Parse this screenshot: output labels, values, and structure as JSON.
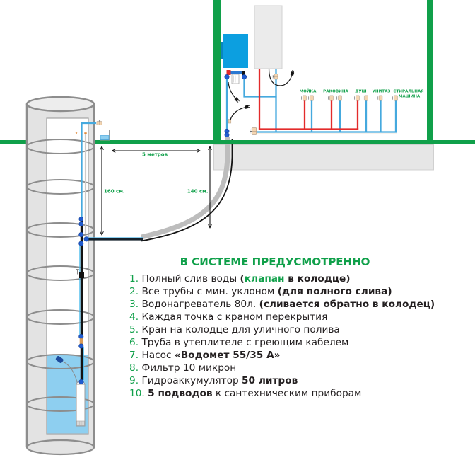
{
  "colors": {
    "accent_green": "#10a04a",
    "hot_water": "#e32b2b",
    "cold_water": "#45a9de",
    "accumulator_blue": "#0c9fe0",
    "water_fill": "#8ecff0",
    "fitting_blue": "#1f5bd0",
    "text_dark": "#231f20"
  },
  "diagram": {
    "dimensions": {
      "well_to_house_distance": "5 метров",
      "well_pipe_depth": "160 см.",
      "house_pipe_depth": "140 см."
    },
    "fixtures": [
      {
        "label": "МОЙКА",
        "supplies": [
          "hot",
          "cold"
        ]
      },
      {
        "label": "РАКОВИНА",
        "supplies": [
          "hot",
          "cold"
        ]
      },
      {
        "label": "ДУШ",
        "supplies": [
          "hot",
          "cold"
        ]
      },
      {
        "label": "УНИТАЗ",
        "supplies": [
          "cold"
        ]
      },
      {
        "label_lines": [
          "СТИРАЛЬНАЯ",
          "МАШИНА"
        ],
        "supplies": [
          "cold"
        ]
      }
    ]
  },
  "summary": {
    "title": "В СИСТЕМЕ ПРЕДУСМОТРЕННО",
    "items": [
      {
        "number": "1.",
        "segments": [
          {
            "text": "Полный слив воды ",
            "emphasis": "normal"
          },
          {
            "text": "(",
            "emphasis": "bold"
          },
          {
            "text": "клапан",
            "emphasis": "accent"
          },
          {
            "text": " в колодце)",
            "emphasis": "bold"
          }
        ]
      },
      {
        "number": "2.",
        "segments": [
          {
            "text": "Все трубы с мин. уклоном ",
            "emphasis": "normal"
          },
          {
            "text": "(для полного слива)",
            "emphasis": "bold"
          }
        ]
      },
      {
        "number": "3.",
        "segments": [
          {
            "text": "Водонагреватель 80л. ",
            "emphasis": "normal"
          },
          {
            "text": "(сливается обратно в колодец)",
            "emphasis": "bold"
          }
        ]
      },
      {
        "number": "4.",
        "segments": [
          {
            "text": "Каждая точка с краном перекрытия",
            "emphasis": "normal"
          }
        ]
      },
      {
        "number": "5.",
        "segments": [
          {
            "text": "Кран на колодце для уличного полива",
            "emphasis": "normal"
          }
        ]
      },
      {
        "number": "6.",
        "segments": [
          {
            "text": "Труба в утеплителе с греющим кабелем",
            "emphasis": "normal"
          }
        ]
      },
      {
        "number": "7.",
        "segments": [
          {
            "text": "Насос ",
            "emphasis": "normal"
          },
          {
            "text": "«Водомет 55/35 А»",
            "emphasis": "bold"
          }
        ]
      },
      {
        "number": "8.",
        "segments": [
          {
            "text": "Фильтр 10 микрон",
            "emphasis": "normal"
          }
        ]
      },
      {
        "number": "9.",
        "segments": [
          {
            "text": "Гидроаккумулятор ",
            "emphasis": "normal"
          },
          {
            "text": "50 литров",
            "emphasis": "bold"
          }
        ]
      },
      {
        "number": "10.",
        "segments": [
          {
            "text": "5 подводов",
            "emphasis": "bold"
          },
          {
            "text": " к сантехническим приборам",
            "emphasis": "normal"
          }
        ]
      }
    ]
  }
}
